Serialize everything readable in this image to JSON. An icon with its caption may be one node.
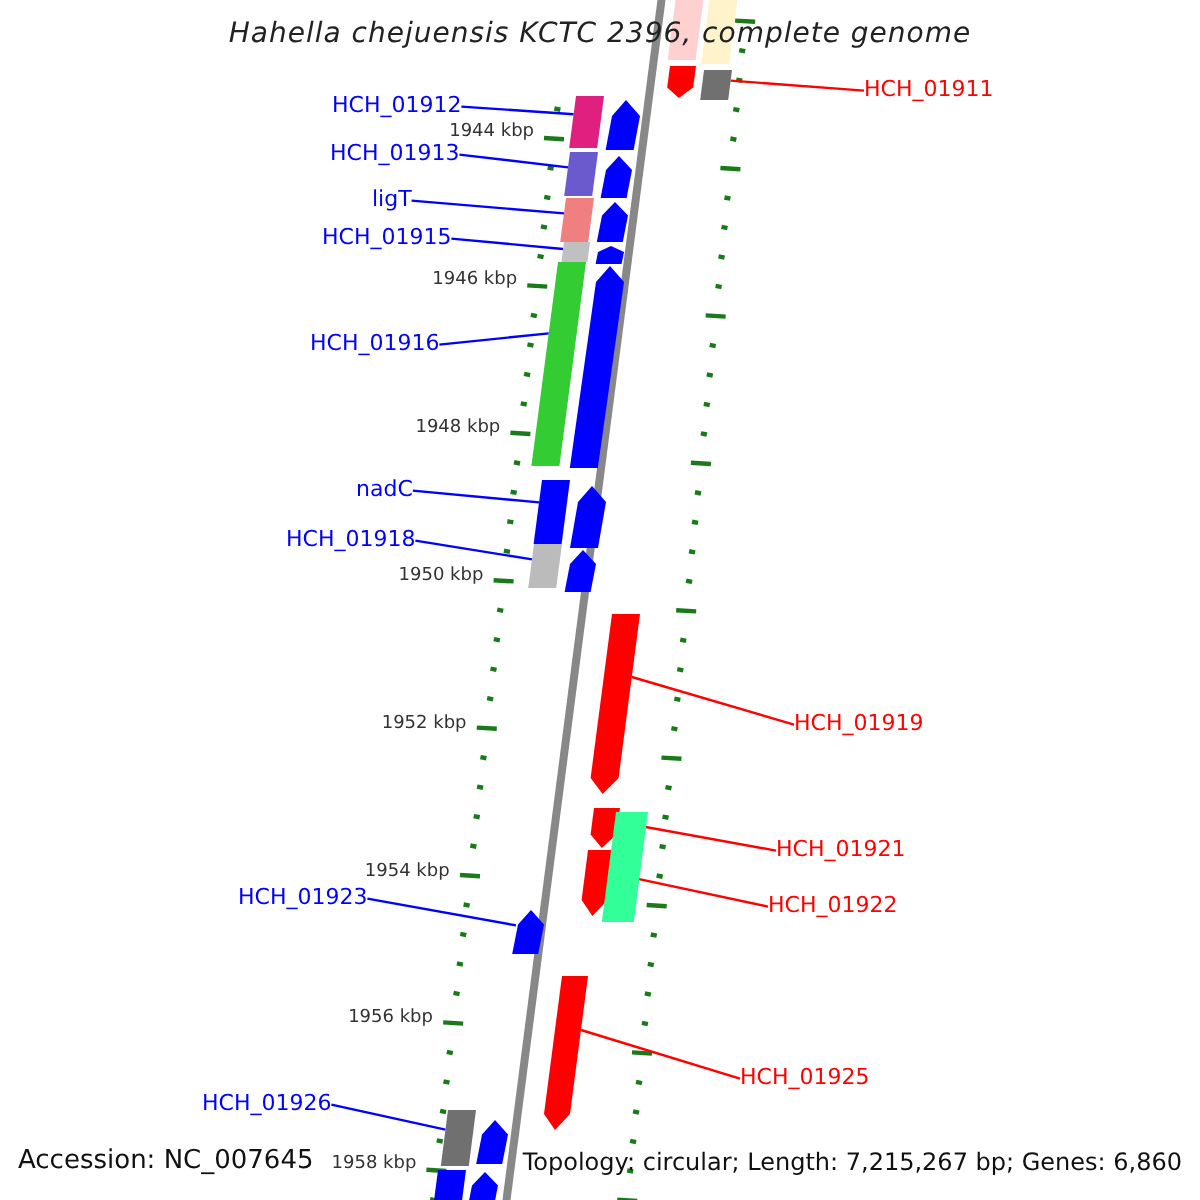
{
  "diagram": {
    "title": "Hahella chejuensis KCTC 2396, complete genome",
    "nodes": [
      {
        "text": [
          "HCH_01911"
        ]
      },
      {
        "text": [],
        "shape": "box"
      },
      {
        "text": [
          "HCH_01912"
        ]
      },
      {
        "text": [],
        "shape": "box"
      },
      {
        "text": [
          "HCH_01913"
        ]
      },
      {
        "text": [],
        "shape": "box"
      },
      {
        "text": [
          "ligT"
        ]
      },
      {
        "text": [],
        "shape": "box"
      },
      {
        "text": [
          "HCH_01915"
        ]
      },
      {
        "text": [],
        "shape": "box"
      },
      {
        "text": [
          "HCH_01916"
        ]
      },
      {
        "text": [],
        "shape": "box"
      },
      {
        "text": [
          "nadC"
        ]
      },
      {
        "text": [],
        "shape": "box"
      },
      {
        "text": [
          "HCH_01918"
        ]
      },
      {
        "text": [],
        "shape": "box"
      },
      {
        "text": [
          "HCH_01919"
        ]
      },
      {
        "text": [],
        "shape": "arrow"
      },
      {
        "text": [
          "HCH_01921"
        ]
      },
      {
        "text": [],
        "shape": "arrow"
      },
      {
        "text": [
          "HCH_01922"
        ]
      },
      {
        "text": [],
        "shape": "arrow"
      },
      {
        "text": [
          "HCH_01923"
        ]
      },
      {
        "text": [],
        "shape": "arrow"
      },
      {
        "text": [
          "HCH_01925"
        ]
      },
      {
        "text": [],
        "shape": "arrow"
      },
      {
        "text": [
          "HCH_01926"
        ]
      },
      {
        "text": [],
        "shape": "box"
      },
      {
        "text": [],
        "shape": "box"
      },
      {
        "text": [],
        "shape": "box"
      },
      {
        "text": [],
        "shape": "arrow"
      },
      {
        "text": [],
        "shape": "arrow"
      },
      {
        "text": [],
        "shape": "arrow"
      },
      {
        "text": [],
        "shape": "arrow"
      },
      {
        "text": [],
        "shape": "arrow"
      },
      {
        "text": [],
        "shape": "arrow"
      },
      {
        "text": [],
        "shape": "arrow"
      },
      {
        "text": [],
        "shape": "arrow"
      },
      {
        "text": [],
        "shape": "box"
      },
      {
        "text": [],
        "shape": "arrow"
      },
      {
        "text": [],
        "shape": "arrow"
      },
      {
        "text": [],
        "shape": "box"
      }
    ],
    "edges": [
      {
        "from": 0,
        "to": 1,
        "arrow": "none",
        "color": "#ff0000"
      },
      {
        "from": 2,
        "to": 3,
        "arrow": "none"
      },
      {
        "from": 4,
        "to": 5,
        "arrow": "none"
      },
      {
        "from": 6,
        "to": 7,
        "arrow": "none"
      },
      {
        "from": 8,
        "to": 9,
        "arrow": "none"
      },
      {
        "from": 10,
        "to": 11,
        "arrow": "none"
      },
      {
        "from": 12,
        "to": 13,
        "arrow": "none"
      },
      {
        "from": 14,
        "to": 15,
        "arrow": "none"
      },
      {
        "from": 16,
        "to": 17,
        "arrow": "none",
        "color": "#ff0000"
      },
      {
        "from": 18,
        "to": 19,
        "arrow": "none",
        "color": "#ff0000"
      },
      {
        "from": 20,
        "to": 21,
        "arrow": "none",
        "color": "#ff0000"
      },
      {
        "from": 22,
        "to": 23,
        "arrow": "none"
      },
      {
        "from": 24,
        "to": 25,
        "arrow": "none",
        "color": "#ff0000"
      },
      {
        "from": 26,
        "to": 27,
        "arrow": "none"
      }
    ],
    "labels": [
      "1944 kbp",
      "1946 kbp",
      "1948 kbp",
      "1950 kbp",
      "1952 kbp",
      "1954 kbp",
      "1956 kbp",
      "1958 kbp",
      "Accession: NC_007645",
      "Topology: circular; Length: 7,215,267 bp; Genes: 6,860"
    ]
  }
}
